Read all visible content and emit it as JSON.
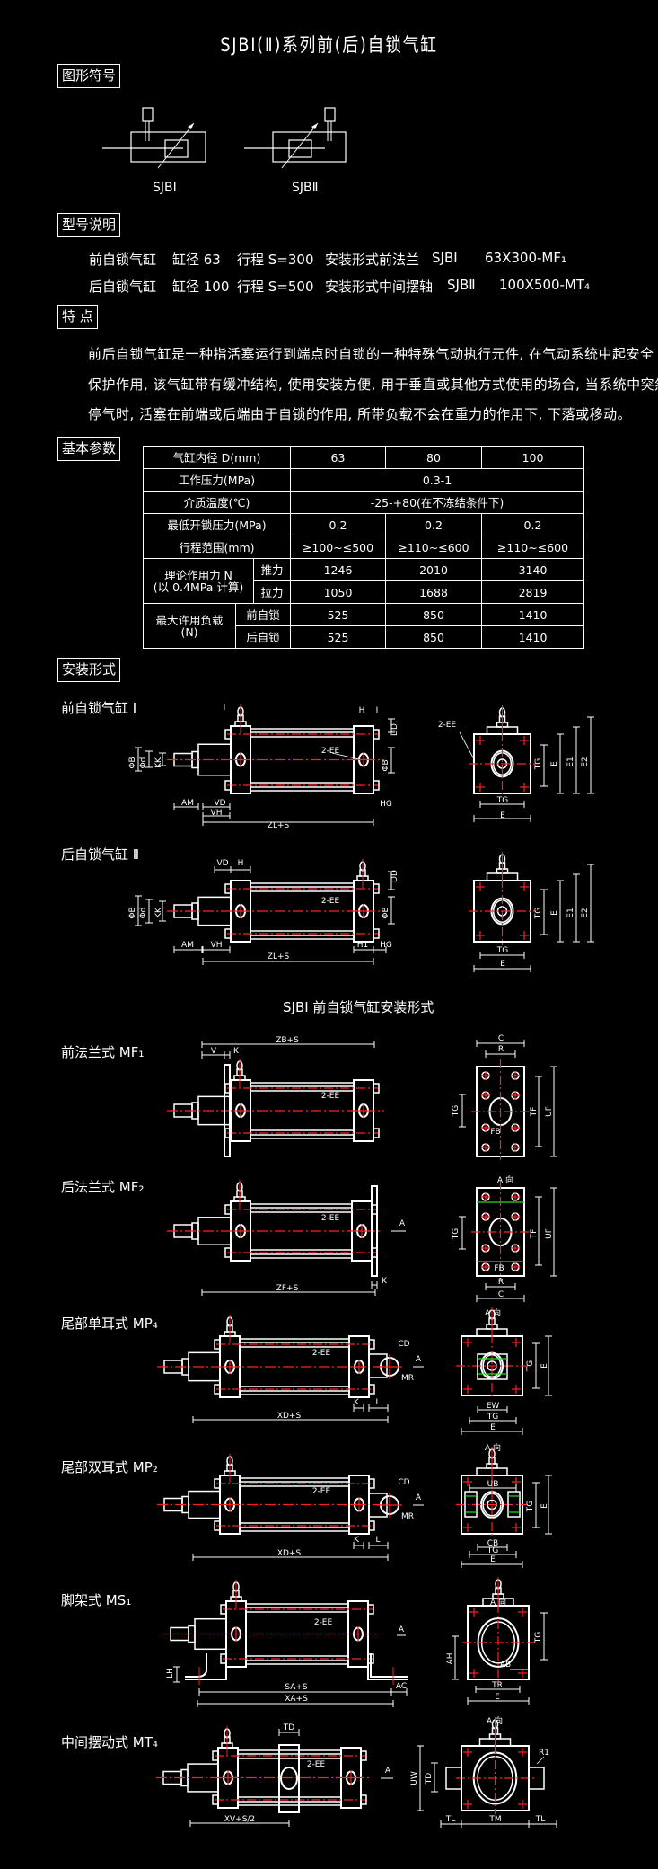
{
  "title": "SJBⅠ(Ⅱ)系列前(后)自锁气缸",
  "sections": {
    "symbol": "图形符号",
    "model": "型号说明",
    "features": "特 点",
    "params": "基本参数",
    "mounting": "安装形式"
  },
  "symbols": [
    "SJBⅠ",
    "SJBⅡ"
  ],
  "model_rows": [
    {
      "type": "前自锁气缸",
      "bore": "缸径 63",
      "stroke": "行程 S=300",
      "mount": "安装形式前法兰",
      "series": "SJBⅠ",
      "code": "63X300-MF₁"
    },
    {
      "type": "后自锁气缸",
      "bore": "缸径 100",
      "stroke": "行程 S=500",
      "mount": "安装形式中间摆轴",
      "series": "SJBⅡ",
      "code": "100X500-MT₄"
    }
  ],
  "features": [
    "前后自锁气缸是一种指活塞运行到端点时自锁的一种特殊气动执行元件, 在气动系统中起安全",
    "保护作用, 该气缸带有缓冲结构, 使用安装方便, 用于垂直或其他方式使用的场合, 当系统中突然",
    "停气时, 活塞在前端或后端由于自锁的作用, 所带负载不会在重力的作用下, 下落或移动。"
  ],
  "table": {
    "bore_label": "气缸内径 D(mm)",
    "bores": [
      "63",
      "80",
      "100"
    ],
    "pressure_label": "工作压力(MPa)",
    "pressure": "0.3-1",
    "temp_label": "介质温度(℃)",
    "temp": "-25-+80(在不冻结条件下)",
    "unlock_label": "最低开锁压力(MPa)",
    "unlock": [
      "0.2",
      "0.2",
      "0.2"
    ],
    "stroke_label": "行程范围(mm)",
    "strokes": [
      "≥100~≤500",
      "≥110~≤600",
      "≥110~≤600"
    ],
    "force_label_1": "理论作用力 N",
    "force_label_2": "(以 0.4MPa 计算)",
    "push_label": "推力",
    "push": [
      "1246",
      "2010",
      "3140"
    ],
    "pull_label": "拉力",
    "pull": [
      "1050",
      "1688",
      "2819"
    ],
    "load_label_1": "最大许用负载",
    "load_label_2": "(N)",
    "front_lock_label": "前自锁",
    "front_lock": [
      "525",
      "850",
      "1410"
    ],
    "rear_lock_label": "后自锁",
    "rear_lock": [
      "525",
      "850",
      "1410"
    ]
  },
  "subtitle": "SJBI 前自锁气缸安装形式",
  "drawings": [
    {
      "id": "front-lock",
      "title": "前自锁气缸 Ⅰ",
      "labels": [
        "I",
        "H",
        "I",
        "DD",
        "2-EE",
        "ΦB",
        "Φd",
        "KK",
        "ΦB",
        "AM",
        "VD",
        "VH",
        "HG",
        "ZL+S",
        "2-EE",
        "TG",
        "E",
        "E1",
        "E2",
        "TG",
        "E"
      ]
    },
    {
      "id": "rear-lock",
      "title": "后自锁气缸 Ⅱ",
      "labels": [
        "VD",
        "H",
        "DD",
        "2-EE",
        "ΦB",
        "Φd",
        "KK",
        "ΦB",
        "AM",
        "VH",
        "H1",
        "HG",
        "ZL+S",
        "TG",
        "E",
        "E1",
        "E2",
        "TG",
        "E"
      ]
    },
    {
      "id": "mf1",
      "title": "前法兰式 MF₁",
      "labels": [
        "ZB+S",
        "V",
        "K",
        "2-EE",
        "C",
        "R",
        "TG",
        "TF",
        "UF",
        "FB"
      ]
    },
    {
      "id": "mf2",
      "title": "后法兰式 MF₂",
      "labels": [
        "2-EE",
        "A",
        "K",
        "ZF+S",
        "A 向",
        "TG",
        "TF",
        "UF",
        "FB",
        "R",
        "C"
      ]
    },
    {
      "id": "mp4",
      "title": "尾部单耳式 MP₄",
      "labels": [
        "2-EE",
        "CD",
        "A",
        "MR",
        "K",
        "L",
        "XD+S",
        "A 向",
        "TG",
        "E",
        "EW",
        "TG",
        "E"
      ]
    },
    {
      "id": "mp2",
      "title": "尾部双耳式 MP₂",
      "labels": [
        "2-EE",
        "CD",
        "A",
        "MR",
        "K",
        "L",
        "XD+S",
        "A 向",
        "UB",
        "TG",
        "E",
        "CB",
        "TG",
        "E"
      ]
    },
    {
      "id": "ms1",
      "title": "脚架式 MS₁",
      "labels": [
        "2-EE",
        "A",
        "LH",
        "SA+S",
        "AC",
        "XA+S",
        "A 向",
        "TG",
        "AH",
        "AB",
        "TR",
        "E"
      ]
    },
    {
      "id": "mt4",
      "title": "中间摆动式 MT₄",
      "labels": [
        "TD",
        "2-EE",
        "A",
        "XV+S/2",
        "A 向",
        "R1",
        "UW",
        "TD",
        "TL",
        "TM",
        "TL"
      ]
    }
  ]
}
